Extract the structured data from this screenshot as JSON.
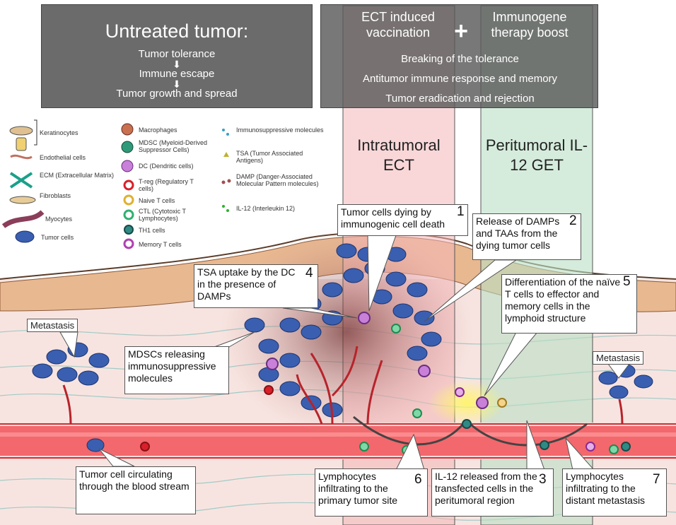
{
  "untreated": {
    "title": "Untreated tumor:",
    "steps": [
      "Tumor tolerance",
      "Immune escape",
      "Tumor growth and spread"
    ]
  },
  "treated": {
    "left_title": "ECT induced vaccination",
    "plus": "+",
    "right_title": "Immunogene therapy boost",
    "steps": [
      "Breaking of the tolerance",
      "Antitumor immune response and memory",
      "Tumor eradication and rejection"
    ]
  },
  "columns": {
    "intratumoral": "Intratumoral ECT",
    "peritumoral": "Peritumoral IL-12 GET"
  },
  "legend": {
    "col1": [
      "Keratinocytes",
      "Endothelial cells",
      "ECM (Extracellular Matrix)",
      "Fibroblasts",
      "Myocytes",
      "Tumor cells"
    ],
    "col2": [
      "Macrophages",
      "MDSC (Myeloid-Derived Suppressor Cells)",
      "DC (Dendritic cells)",
      "T-reg (Regulatory T cells)",
      "Naive T cells",
      "CTL (Cytotoxic T Lymphocytes)",
      "TH1 cells",
      "Memory T cells"
    ],
    "col3": [
      "Immunosuppressive molecules",
      "TSA (Tumor Associated Antigens)",
      "DAMP (Danger-Associated Molecular Pattern molecules)",
      "IL-12 (Interleukin 12)"
    ]
  },
  "callouts": [
    {
      "num": "1",
      "text": "Tumor cells dying by immunogenic cell death"
    },
    {
      "num": "2",
      "text": "Release of DAMPs and TAAs from the dying tumor cells"
    },
    {
      "num": "3",
      "text": "IL-12 released from the transfected cells in the peritumoral region"
    },
    {
      "num": "4",
      "text": "TSA uptake by the DC in the presence of DAMPs"
    },
    {
      "num": "5",
      "text": "Differentiation of the naïve T cells to effector and memory cells in the lymphoid structure"
    },
    {
      "num": "6",
      "text": "Lymphocytes infiltrating to the primary tumor site"
    },
    {
      "num": "7",
      "text": "Lymphocytes infiltrating to the distant metastasis"
    }
  ],
  "labels": {
    "mdsc": "MDSCs releasing immunosuppressive molecules",
    "circulating": "Tumor cell circulating through the blood stream",
    "metastasis_left": "Metastasis",
    "metastasis_right": "Metastasis"
  },
  "colors": {
    "box_gray": "#6b6b6b",
    "ect_column": "#f4b6b8",
    "get_column": "#b9e0c4",
    "tumor_blue": "#3a5fb0",
    "vessel_red": "#d9282e",
    "skin_tan": "#e8b890"
  }
}
